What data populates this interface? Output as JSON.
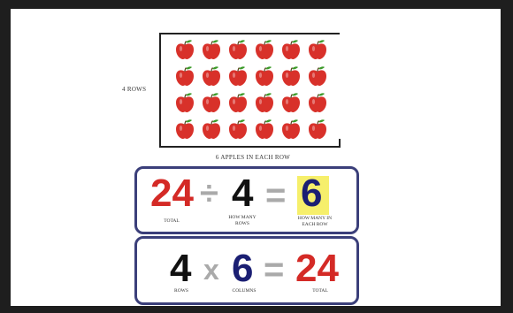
{
  "diagram": {
    "array": {
      "rows": 4,
      "columns": 6,
      "item_icon": "apple-icon",
      "apple_color": "#d8312a",
      "leaf_color": "#3c9a2a"
    },
    "rows_label": "4 ROWS",
    "columns_label": "6 APPLES IN EACH ROW"
  },
  "division": {
    "total": "24",
    "total_label": "TOTAL",
    "divide_sign": "÷",
    "rows": "4",
    "rows_label": "HOW MANY ROWS",
    "equals": "=",
    "answer": "6",
    "answer_label": "HOW MANY IN EACH ROW"
  },
  "multiplication": {
    "rows": "4",
    "rows_label": "ROWS",
    "times_sign": "x",
    "columns": "6",
    "columns_label": "COLUMNS",
    "equals": "=",
    "total": "24",
    "total_label": "TOTAL"
  },
  "colors": {
    "red": "#d42a26",
    "black": "#111111",
    "navy": "#1b1f73",
    "gray": "#aaaaaa",
    "highlight": "#f6ef6b",
    "border": "#3b3f7a"
  }
}
